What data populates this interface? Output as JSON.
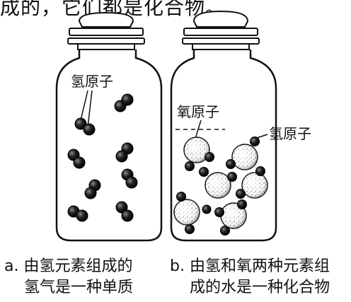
{
  "header": {
    "text": "成的，它们都是化合物。"
  },
  "jar_a": {
    "label_hydrogen": "氢原子",
    "caption_line1": "a. 由氢元素组成的",
    "caption_line2": "氢气是一种单质"
  },
  "jar_b": {
    "label_oxygen": "氧原子",
    "label_hydrogen": "氢原子",
    "caption_line1": "b. 由氢和氧两种元素组",
    "caption_line2": "成的水是一种化合物"
  }
}
